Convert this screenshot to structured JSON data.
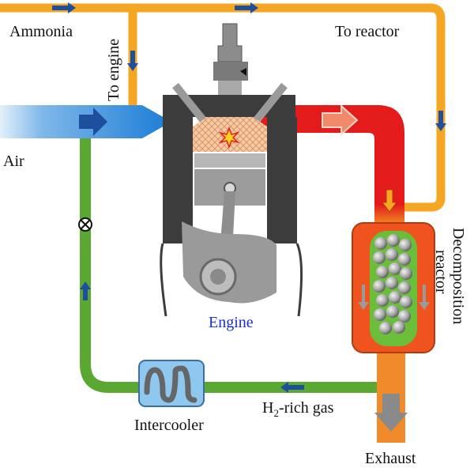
{
  "labels": {
    "ammonia": "Ammonia",
    "to_engine": "To engine",
    "to_reactor": "To reactor",
    "air": "Air",
    "engine": "Engine",
    "decomposition_line1": "Decomposition",
    "decomposition_line2": "reactor",
    "intercooler": "Intercooler",
    "h2_prefix": "H",
    "h2_sub": "2",
    "h2_suffix": "-rich gas",
    "exhaust": "Exhaust"
  },
  "colors": {
    "ammonia_pipe": "#f5a623",
    "air_pipe": "#1f7fd6",
    "hot_pipe": "#e31b1b",
    "h2_pipe": "#5aa832",
    "exhaust_pipe": "#f08a2a",
    "reactor_body": "#f0541e",
    "arrow": "#1d4f9c",
    "engine_dark": "#3c3c3c",
    "engine_grey": "#9a9a9a",
    "engine_label": "#1a2fd0"
  }
}
